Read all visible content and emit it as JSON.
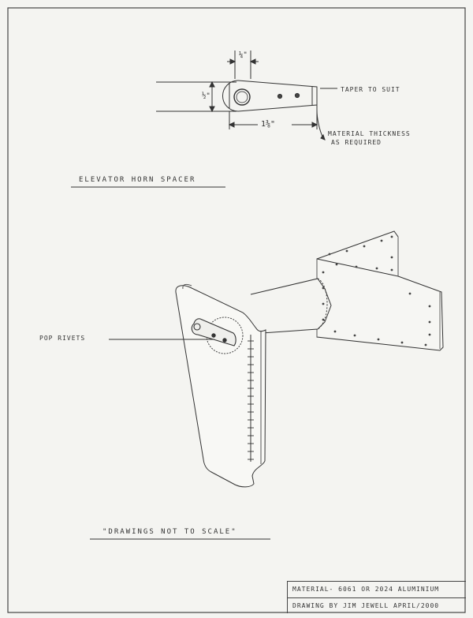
{
  "spacer_detail": {
    "dim_width": "¼\"",
    "dim_height": "½\"",
    "dim_length": "1⅜\"",
    "taper_note": "TAPER TO SUIT",
    "material_note_line1": "MATERIAL THICKNESS",
    "material_note_line2": "AS REQUIRED"
  },
  "spacer_title": "ELEVATOR HORN SPACER",
  "assembly": {
    "rivet_label": "POP RIVETS"
  },
  "scale_note": "\"DRAWINGS NOT TO SCALE\"",
  "title_block": {
    "material": "MATERIAL- 6061 OR 2024 ALUMINIUM",
    "drawn_by": "DRAWING BY JIM JEWELL APRIL/2000"
  }
}
